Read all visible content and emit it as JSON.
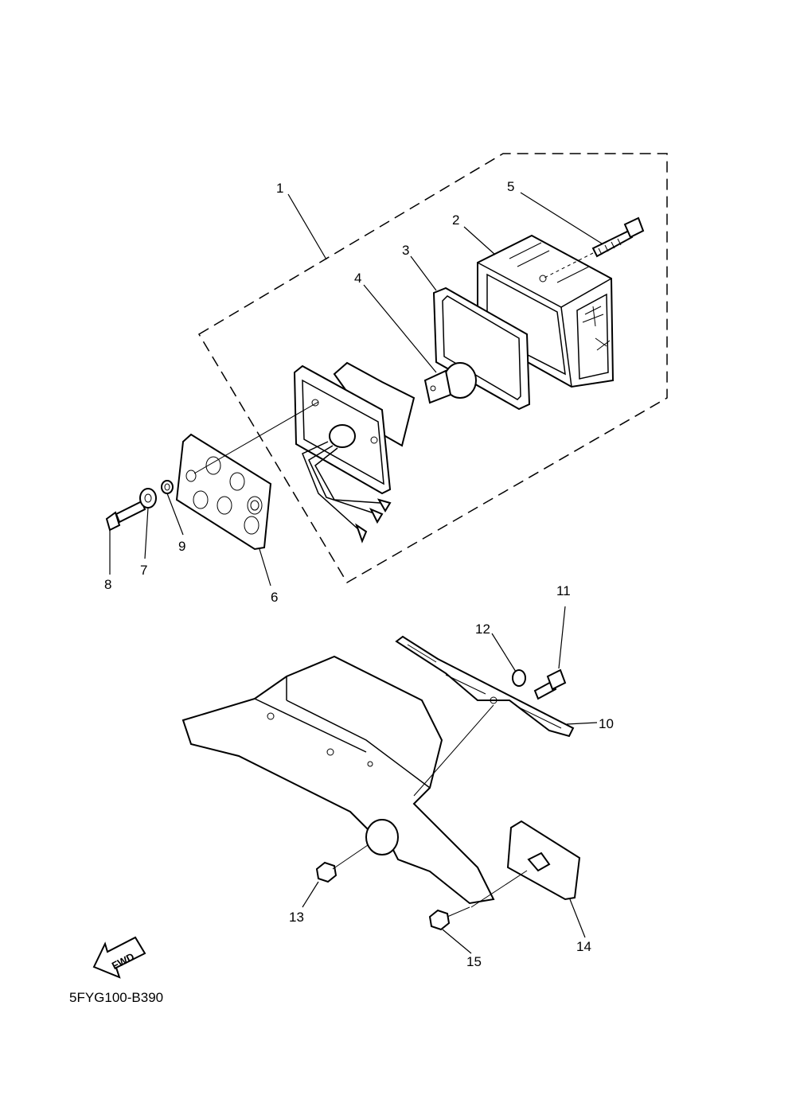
{
  "diagram": {
    "callouts": [
      {
        "id": "1",
        "text": "1"
      },
      {
        "id": "2",
        "text": "2"
      },
      {
        "id": "3",
        "text": "3"
      },
      {
        "id": "4",
        "text": "4"
      },
      {
        "id": "5",
        "text": "5"
      },
      {
        "id": "6",
        "text": "6"
      },
      {
        "id": "7",
        "text": "7"
      },
      {
        "id": "8",
        "text": "8"
      },
      {
        "id": "9",
        "text": "9"
      },
      {
        "id": "10",
        "text": "10"
      },
      {
        "id": "11",
        "text": "11"
      },
      {
        "id": "12",
        "text": "12"
      },
      {
        "id": "13",
        "text": "13"
      },
      {
        "id": "14",
        "text": "14"
      },
      {
        "id": "15",
        "text": "15"
      }
    ],
    "fwd_label": "FWD",
    "drawing_code": "5FYG100-B390"
  }
}
